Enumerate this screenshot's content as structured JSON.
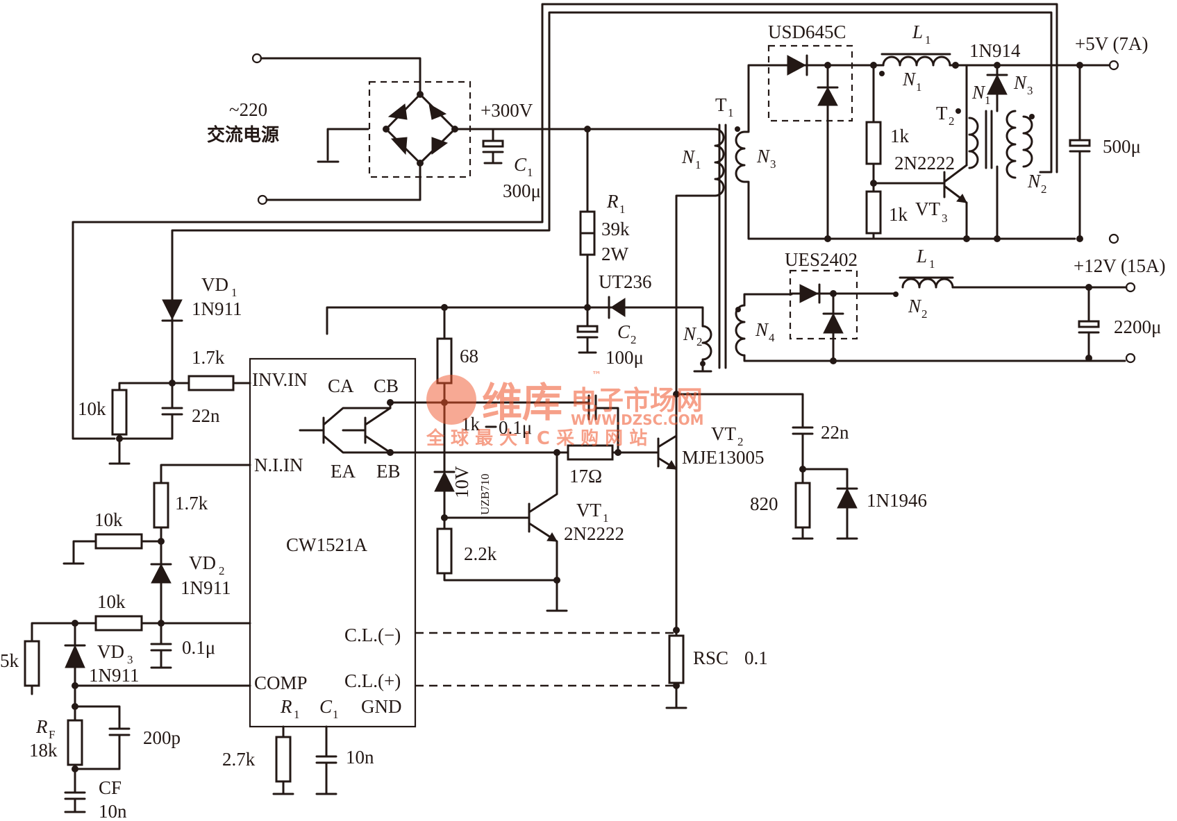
{
  "ac_input": {
    "voltage": "~220",
    "name": "交流电源"
  },
  "dc_bus": {
    "voltage": "+300V",
    "cap_ref": "C",
    "cap_sub": "1",
    "cap_value": "300μ"
  },
  "r1_start": {
    "ref": "R",
    "sub": "1",
    "value": "39k",
    "power": "2W"
  },
  "ut236": {
    "ref": "UT236"
  },
  "c2": {
    "ref": "C",
    "sub": "2",
    "value": "100μ"
  },
  "r68": {
    "value": "68"
  },
  "transformer_t1": {
    "ref": "T",
    "sub": "1",
    "primary": "N",
    "primary_sub": "1",
    "aux": "N",
    "aux_sub": "2",
    "sec5": "N",
    "sec5_sub": "3",
    "sec12": "N",
    "sec12_sub": "4"
  },
  "out5": {
    "rectifier": "USD645C",
    "inductor": "L",
    "inductor_sub": "1",
    "winding": "N",
    "winding_sub": "1",
    "label": "+5V (7A)",
    "cap": "500μ"
  },
  "out12": {
    "rectifier": "UES2402",
    "inductor": "L",
    "inductor_sub": "1",
    "winding": "N",
    "winding_sub": "2",
    "label": "+12V (15A)",
    "cap": "2200μ"
  },
  "t2": {
    "ref": "T",
    "sub": "2",
    "n1": "N",
    "n1_sub": "1",
    "n2": "N",
    "n2_sub": "2",
    "n3": "N",
    "n3_sub": "3"
  },
  "d1n914": {
    "ref": "1N914"
  },
  "vt3": {
    "ref": "VT",
    "sub": "3",
    "part": "2N2222",
    "r_top": "1k",
    "r_bot": "1k"
  },
  "vd1": {
    "ref": "VD",
    "sub": "1",
    "part": "1N911"
  },
  "vd2": {
    "ref": "VD",
    "sub": "2",
    "part": "1N911"
  },
  "vd3": {
    "ref": "VD",
    "sub": "3",
    "part": "1N911"
  },
  "inv_network": {
    "r_series": "1.7k",
    "r_gnd": "10k",
    "cap": "22n"
  },
  "ni_network": {
    "r_series": "1.7k",
    "r_ref": "10k",
    "r_mid": "10k",
    "cap": "0.1μ",
    "r_5k": "5k"
  },
  "comp_network": {
    "rf_ref": "R",
    "rf_sub": "F",
    "rf_value": "18k",
    "cf_ref": "CF",
    "cf_value": "10n",
    "cap200": "200p"
  },
  "ic": {
    "name": "CW1521A",
    "pin_inv": "INV.IN",
    "pin_ni": "N.I.IN",
    "pin_ca": "CA",
    "pin_cb": "CB",
    "pin_ea": "EA",
    "pin_eb": "EB",
    "pin_clm": "C.L.(−)",
    "pin_clp": "C.L.(+)",
    "pin_comp": "COMP",
    "pin_r": "R",
    "pin_r_sub": "1",
    "pin_c": "C",
    "pin_c_sub": "1",
    "pin_gnd": "GND",
    "rt": "2.7k",
    "ct": "10n"
  },
  "driver": {
    "r1k": "1k",
    "cap": "0.1μ",
    "zener_v": "10V",
    "zener_part": "UZB710",
    "r17": "17Ω",
    "r22": "2.2k",
    "vt1": "VT",
    "vt1_sub": "1",
    "vt1_part": "2N2222"
  },
  "vt2": {
    "ref": "VT",
    "sub": "2",
    "part": "MJE13005"
  },
  "snubber": {
    "cap": "22n",
    "res": "820",
    "diode": "1N1946"
  },
  "sense": {
    "ref": "RSC",
    "value": "0.1"
  },
  "watermark": {
    "brand": "维库",
    "brand2": "电子市场网",
    "url": "WWW.DZSC.COM",
    "slogan": "全 球 最 大 I C 采 购 网 站",
    "tm": "™"
  }
}
